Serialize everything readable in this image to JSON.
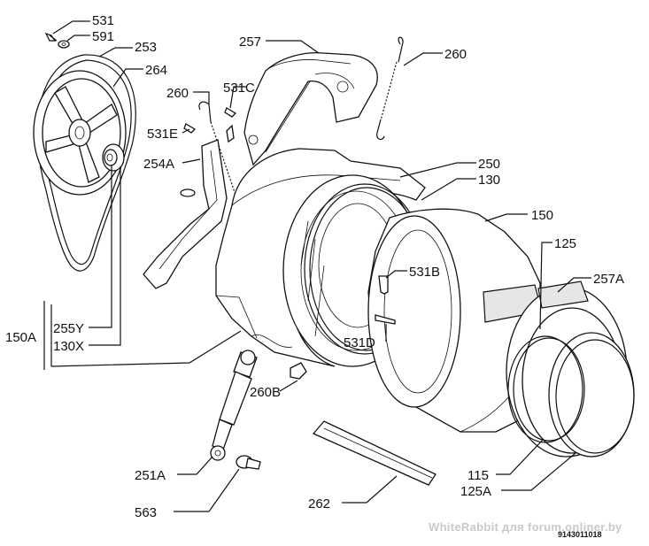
{
  "labels": {
    "l531": "531",
    "l591": "591",
    "l253": "253",
    "l264": "264",
    "l257": "257",
    "l260_top": "260",
    "l260_left": "260",
    "l531c": "531C",
    "l531e": "531E",
    "l254a": "254A",
    "l250": "250",
    "l130": "130",
    "l150": "150",
    "l125": "125",
    "l257a": "257A",
    "l531b": "531B",
    "l531d": "531D",
    "l255y": "255Y",
    "l130x": "130X",
    "l150a": "150A",
    "l260b": "260B",
    "l251a": "251A",
    "l563": "563",
    "l262": "262",
    "l115": "115",
    "l125a": "125A"
  },
  "watermark": "WhiteRabbit для forum.onliner.by",
  "diagram_code": "9143011018"
}
